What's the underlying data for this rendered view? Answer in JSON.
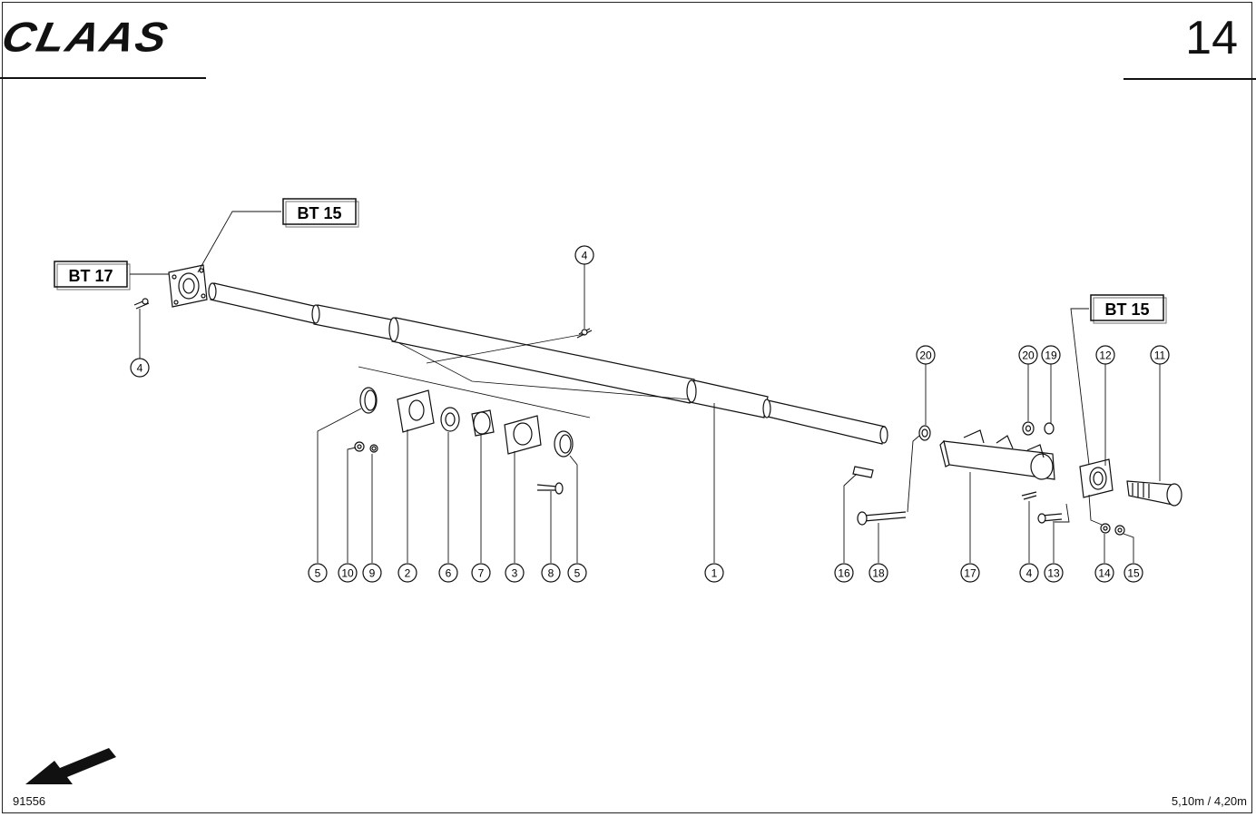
{
  "header": {
    "brand": "CLAAS",
    "page_number": "14"
  },
  "references": [
    {
      "id": "bt15-left",
      "label": "BT 15"
    },
    {
      "id": "bt17",
      "label": "BT 17"
    },
    {
      "id": "bt15-right",
      "label": "BT 15"
    }
  ],
  "callouts": [
    {
      "id": "c-4a",
      "label": "4"
    },
    {
      "id": "c-4b",
      "label": "4"
    },
    {
      "id": "c-20a",
      "label": "20"
    },
    {
      "id": "c-20b",
      "label": "20"
    },
    {
      "id": "c-19",
      "label": "19"
    },
    {
      "id": "c-12",
      "label": "12"
    },
    {
      "id": "c-11",
      "label": "11"
    },
    {
      "id": "c-5a",
      "label": "5"
    },
    {
      "id": "c-10",
      "label": "10"
    },
    {
      "id": "c-9",
      "label": "9"
    },
    {
      "id": "c-2",
      "label": "2"
    },
    {
      "id": "c-6",
      "label": "6"
    },
    {
      "id": "c-7",
      "label": "7"
    },
    {
      "id": "c-3",
      "label": "3"
    },
    {
      "id": "c-8",
      "label": "8"
    },
    {
      "id": "c-5b",
      "label": "5"
    },
    {
      "id": "c-1",
      "label": "1"
    },
    {
      "id": "c-16",
      "label": "16"
    },
    {
      "id": "c-18",
      "label": "18"
    },
    {
      "id": "c-17",
      "label": "17"
    },
    {
      "id": "c-4c",
      "label": "4"
    },
    {
      "id": "c-13",
      "label": "13"
    },
    {
      "id": "c-14",
      "label": "14"
    },
    {
      "id": "c-15",
      "label": "15"
    }
  ],
  "footer": {
    "diagram_number": "91556",
    "size_note": "5,10m / 4,20m"
  }
}
